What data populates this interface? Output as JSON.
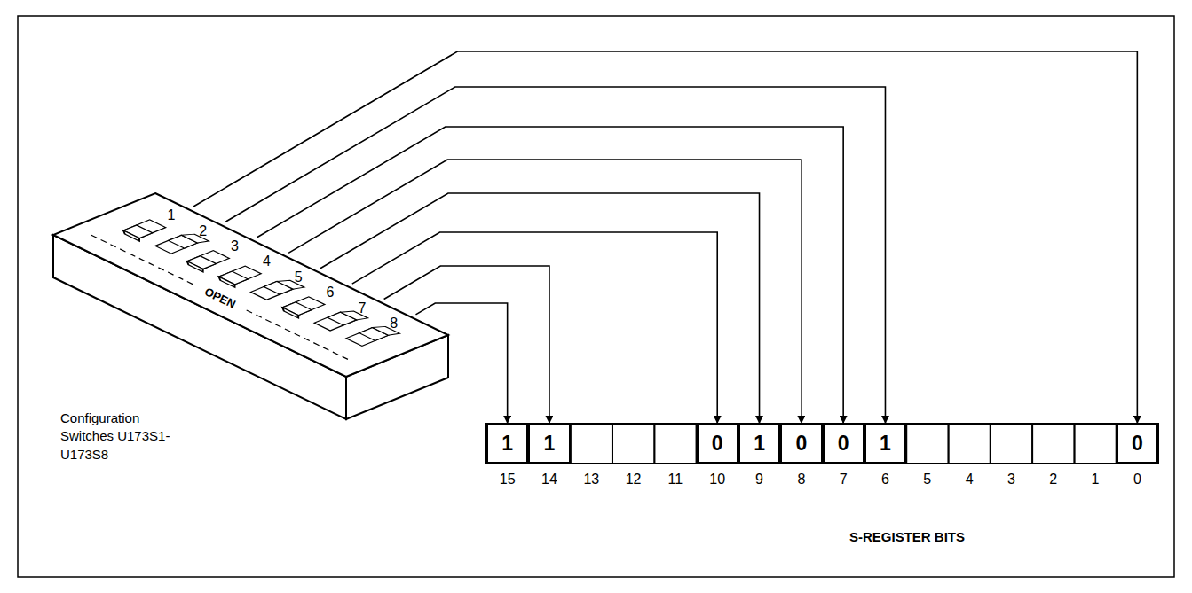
{
  "diagram": {
    "nodes": [
      {
        "text": [
          "1"
        ]
      },
      {
        "text": [
          "1"
        ]
      },
      {
        "text": [
          "0"
        ]
      },
      {
        "text": [
          "1"
        ]
      },
      {
        "text": [
          "0"
        ]
      },
      {
        "text": [
          "0"
        ]
      },
      {
        "text": [
          "1"
        ]
      },
      {
        "text": [
          "0"
        ]
      }
    ],
    "labels": [
      "1",
      "2",
      "3",
      "4",
      "5",
      "6",
      "7",
      "8",
      "OPEN",
      "Configuration Switches U173S1-U173S8",
      "15",
      "14",
      "13",
      "12",
      "11",
      "10",
      "9",
      "8",
      "7",
      "6",
      "5",
      "4",
      "3",
      "2",
      "1",
      "0",
      "S-REGISTER BITS"
    ]
  }
}
